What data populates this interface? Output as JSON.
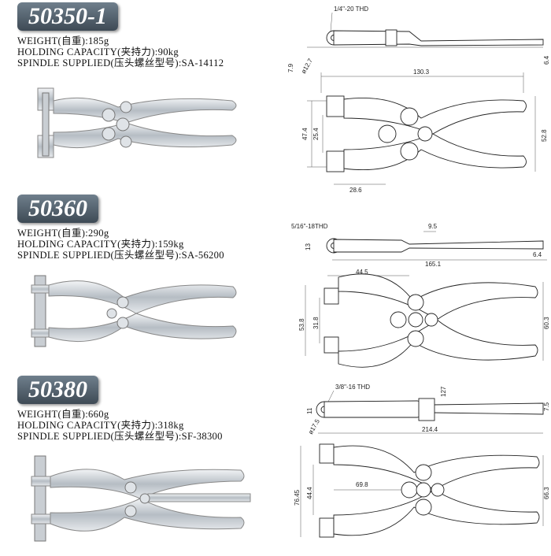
{
  "products": [
    {
      "model": "50350-1",
      "specs": [
        "WEIGHT(自重):185g",
        "HOLDING CAPACITY(夹持力):90kg",
        "SPINDLE SUPPLIED(压头螺丝型号):SA-14112"
      ],
      "dims": {
        "thread": "1/4\"-20 THD",
        "d1": "7.9",
        "d2": "ø12.7",
        "d3": "6.4",
        "length": "130.3",
        "h1": "47.4",
        "h2": "25.4",
        "h3": "52.8",
        "w1": "28.6"
      }
    },
    {
      "model": "50360",
      "specs": [
        "WEIGHT(自重):290g",
        "HOLDING CAPACITY(夹持力):159kg",
        "SPINDLE SUPPLIED(压头螺丝型号):SA-56200"
      ],
      "dims": {
        "thread": "5/16\"-18THD",
        "d1": "13",
        "d2": "9.5",
        "d3": "6.4",
        "length": "165.1",
        "w1": "44.5",
        "h1": "53.8",
        "h2": "31.8",
        "h3": "60.3"
      }
    },
    {
      "model": "50380",
      "specs": [
        "WEIGHT(自重):660g",
        "HOLDING CAPACITY(夹持力):318kg",
        "SPINDLE SUPPLIED(压头螺丝型号):SF-38300"
      ],
      "dims": {
        "thread": "3/8\"-16 THD",
        "d1": "11",
        "d2": "ø17.5",
        "d3": "127",
        "d4": "7.5",
        "length": "214.4",
        "w1": "69.8",
        "h1": "76.45",
        "h2": "44.4",
        "h3": "66.3"
      }
    }
  ]
}
